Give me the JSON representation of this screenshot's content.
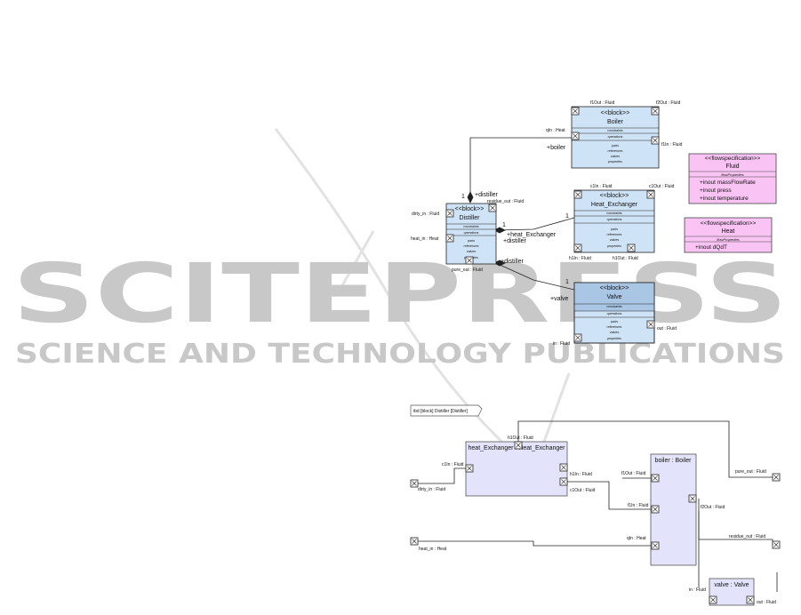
{
  "watermark": {
    "logo_text": "SCITEPRESS",
    "subtitle": "SCIENCE AND TECHNOLOGY PUBLICATIONS"
  },
  "colors": {
    "block_fill": "#cfe3f7",
    "block_header": "#a9c6e4",
    "flowspec_fill": "#f9c4f4",
    "ibd_part_fill": "#e3e3fb",
    "line": "#222222",
    "watermark": "#c8c8c8"
  },
  "bdd": {
    "blocks": {
      "boiler": {
        "stereotype": "<<block>>",
        "name": "Boiler",
        "compartments": [
          "constraints",
          "operations",
          "parts",
          "references",
          "values",
          "properties"
        ]
      },
      "heat_exchanger": {
        "stereotype": "<<block>>",
        "name": "Heat_Exchanger",
        "compartments": [
          "constraints",
          "operations",
          "parts",
          "references",
          "values",
          "properties"
        ]
      },
      "distiller": {
        "stereotype": "<<block>>",
        "name": "Distiller",
        "compartments": [
          "constraints",
          "operations",
          "parts",
          "references",
          "values",
          "properties"
        ]
      },
      "valve": {
        "stereotype": "<<block>>",
        "name": "Valve",
        "compartments": [
          "constraints",
          "operations",
          "parts",
          "references",
          "values",
          "properties"
        ]
      }
    },
    "flowspecs": {
      "fluid": {
        "stereotype": "<<flowspecification>>",
        "name": "Fluid",
        "section": "flowProperties",
        "props": [
          "+inout massFlowRate",
          "+inout press",
          "+inout temperature"
        ]
      },
      "heat": {
        "stereotype": "<<flowspecification>>",
        "name": "Heat",
        "section": "flowProperties",
        "props": [
          "+inout dQdT"
        ]
      }
    },
    "ports": {
      "boiler_f1out": "f1Out : Fluid",
      "boiler_f2out": "f2Out : Fluid",
      "boiler_qin": "qIn : Heat",
      "boiler_f1in": "f1In : Fluid",
      "hx_c1in": "c1In : Fluid",
      "hx_c1out": "c1Out : Fluid",
      "hx_h1in": "h1In : Fluid",
      "hx_h1out": "h1Out : Fluid",
      "dist_dirty_in": "dirty_in : Fluid",
      "dist_heat_in": "heat_in : Heat",
      "dist_residue_out": "residue_out : Fluid",
      "dist_pure_out": "pure_out : Fluid",
      "valve_in": "in : Fluid",
      "valve_out": "out : Fluid"
    },
    "roles": {
      "distiller_1": "+distiller",
      "boiler": "+boiler",
      "heat_exchanger": "+heat_Exchanger",
      "distiller_2": "+distiller",
      "distiller_3": "+distiller",
      "valve": "+valve"
    },
    "multiplicity": "1"
  },
  "ibd": {
    "frame_label": "ibd [block] Distiller [Distiller]",
    "parts": {
      "heat_exchanger": "heat_Exchanger : Heat_Exchanger",
      "boiler": "boiler : Boiler",
      "valve": "valve : Valve"
    },
    "ports": {
      "c1in": "c1In : Fluid",
      "dirty_in": "dirty_in : Fluid",
      "h1out": "h1Out : Fluid",
      "h1in": "h1In : Fluid",
      "c1out": "c1Out : Fluid",
      "f1out": "f1Out : Fluid",
      "f1in": "f1In : Fluid",
      "f2out": "f2Out : Fluid",
      "qin": "qIn : Heat",
      "heat_in": "heat_in : Heat",
      "pure_out": "pure_out : Fluid",
      "residue_out": "residue_out : Fluid",
      "in": "in : Fluid",
      "out": "out : Fluid"
    }
  }
}
